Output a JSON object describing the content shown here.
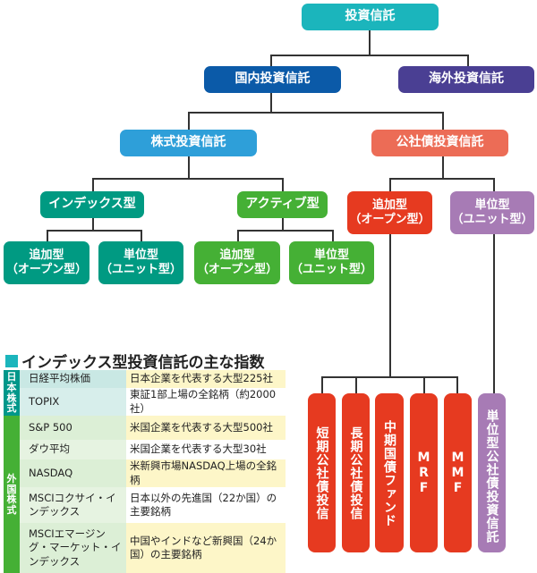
{
  "colors": {
    "root": "#1bb5bc",
    "domestic": "#0b5aa8",
    "overseas": "#4a3f93",
    "stock": "#2e9fd9",
    "bond": "#ec6c56",
    "index": "#009a82",
    "active": "#45b035",
    "bond_open": "#e63a20",
    "bond_unit": "#a77bb5",
    "jp_side": "#00978a",
    "foreign_side": "#45b035",
    "jp_name_bg": "#c9e8e4",
    "foreign_name_bg": "#dcefd6",
    "desc_yellow": "#fdf6c8",
    "desc_white": "#ffffff"
  },
  "tree": {
    "root": "投資信託",
    "domestic": "国内投資信託",
    "overseas": "海外投資信託",
    "stock": "株式投資信託",
    "bond": "公社債投資信託",
    "index": "インデックス型",
    "active": "アクティブ型",
    "open_line1": "追加型",
    "open_line2": "（オープン型）",
    "unit_line1": "単位型",
    "unit_line2": "（ユニット型）",
    "bond_open_items": [
      "短期公社債投信",
      "長期公社債投信",
      "中期国債ファンド",
      "MRF",
      "MMF"
    ],
    "bond_unit_item": "単位型公社債投資信託"
  },
  "index_table": {
    "title": "インデックス型投資信託の主な指数",
    "groups": [
      {
        "label": "日本株式",
        "rows": [
          {
            "name": "日経平均株価",
            "desc": "日本企業を代表する大型225社"
          },
          {
            "name": "TOPIX",
            "desc": "東証1部上場の全銘柄（約2000社）"
          }
        ]
      },
      {
        "label": "外国株式",
        "rows": [
          {
            "name": "S&P 500",
            "desc": "米国企業を代表する大型500社"
          },
          {
            "name": "ダウ平均",
            "desc": "米国企業を代表する大型30社"
          },
          {
            "name": "NASDAQ",
            "desc": "米新興市場NASDAQ上場の全銘柄"
          },
          {
            "name": "MSCIコクサイ・インデックス",
            "desc": "日本以外の先進国（22か国）の主要銘柄"
          },
          {
            "name": "MSCIエマージング・マーケット・インデックス",
            "desc": "中国やインドなど新興国（24か国）の主要銘柄"
          }
        ]
      }
    ]
  }
}
